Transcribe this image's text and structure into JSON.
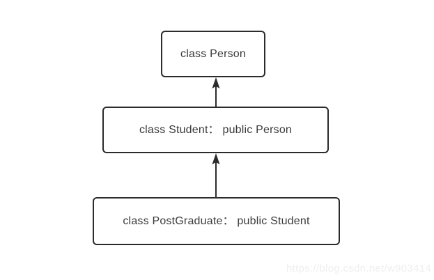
{
  "diagram": {
    "type": "uml-class-inheritance",
    "background_color": "#ffffff",
    "stroke_color": "#2b2b2b",
    "text_color": "#3a3a3a",
    "nodes": [
      {
        "id": "person",
        "label": "class Person"
      },
      {
        "id": "student",
        "label": "class Student： public Person"
      },
      {
        "id": "postgraduate",
        "label": "class PostGraduate： public Student"
      }
    ],
    "edges": [
      {
        "id": "edge-student-person",
        "from": "student",
        "to": "person",
        "arrow": "solid-triangle-up"
      },
      {
        "id": "edge-postgraduate-student",
        "from": "postgraduate",
        "to": "student",
        "arrow": "solid-triangle-up"
      }
    ]
  },
  "watermark": {
    "text": "https://blog.csdn.net/w903414",
    "color": "#efefef"
  }
}
